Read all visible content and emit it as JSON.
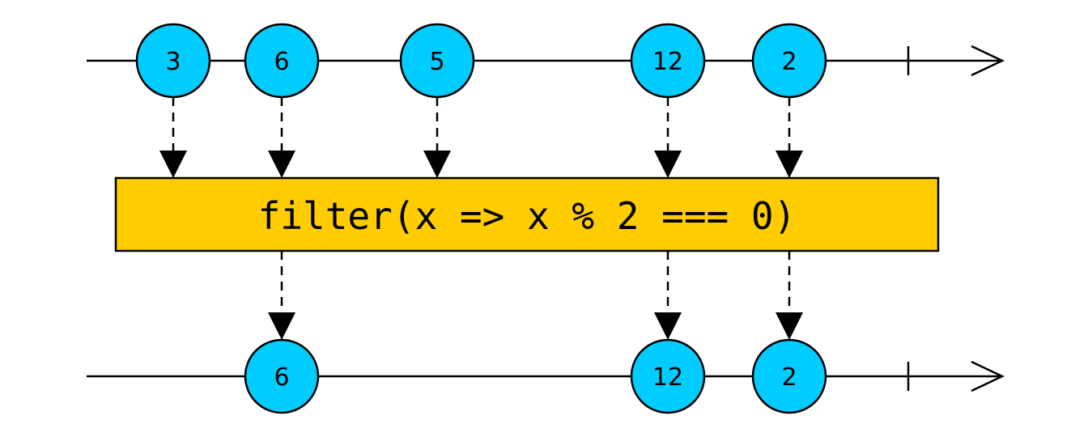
{
  "colors": {
    "marble_fill": "#00ccff",
    "operator_fill": "#ffcc00",
    "stroke": "#000000",
    "background": "#ffffff"
  },
  "diagram": {
    "type": "marble-diagram",
    "operator": {
      "label": "filter(x => x % 2 === 0)"
    },
    "input": {
      "marbles": [
        {
          "label": "3"
        },
        {
          "label": "6"
        },
        {
          "label": "5"
        },
        {
          "label": "12"
        },
        {
          "label": "2"
        }
      ],
      "completed": true
    },
    "output": {
      "marbles": [
        {
          "label": "6"
        },
        {
          "label": "12"
        },
        {
          "label": "2"
        }
      ],
      "completed": true
    }
  }
}
